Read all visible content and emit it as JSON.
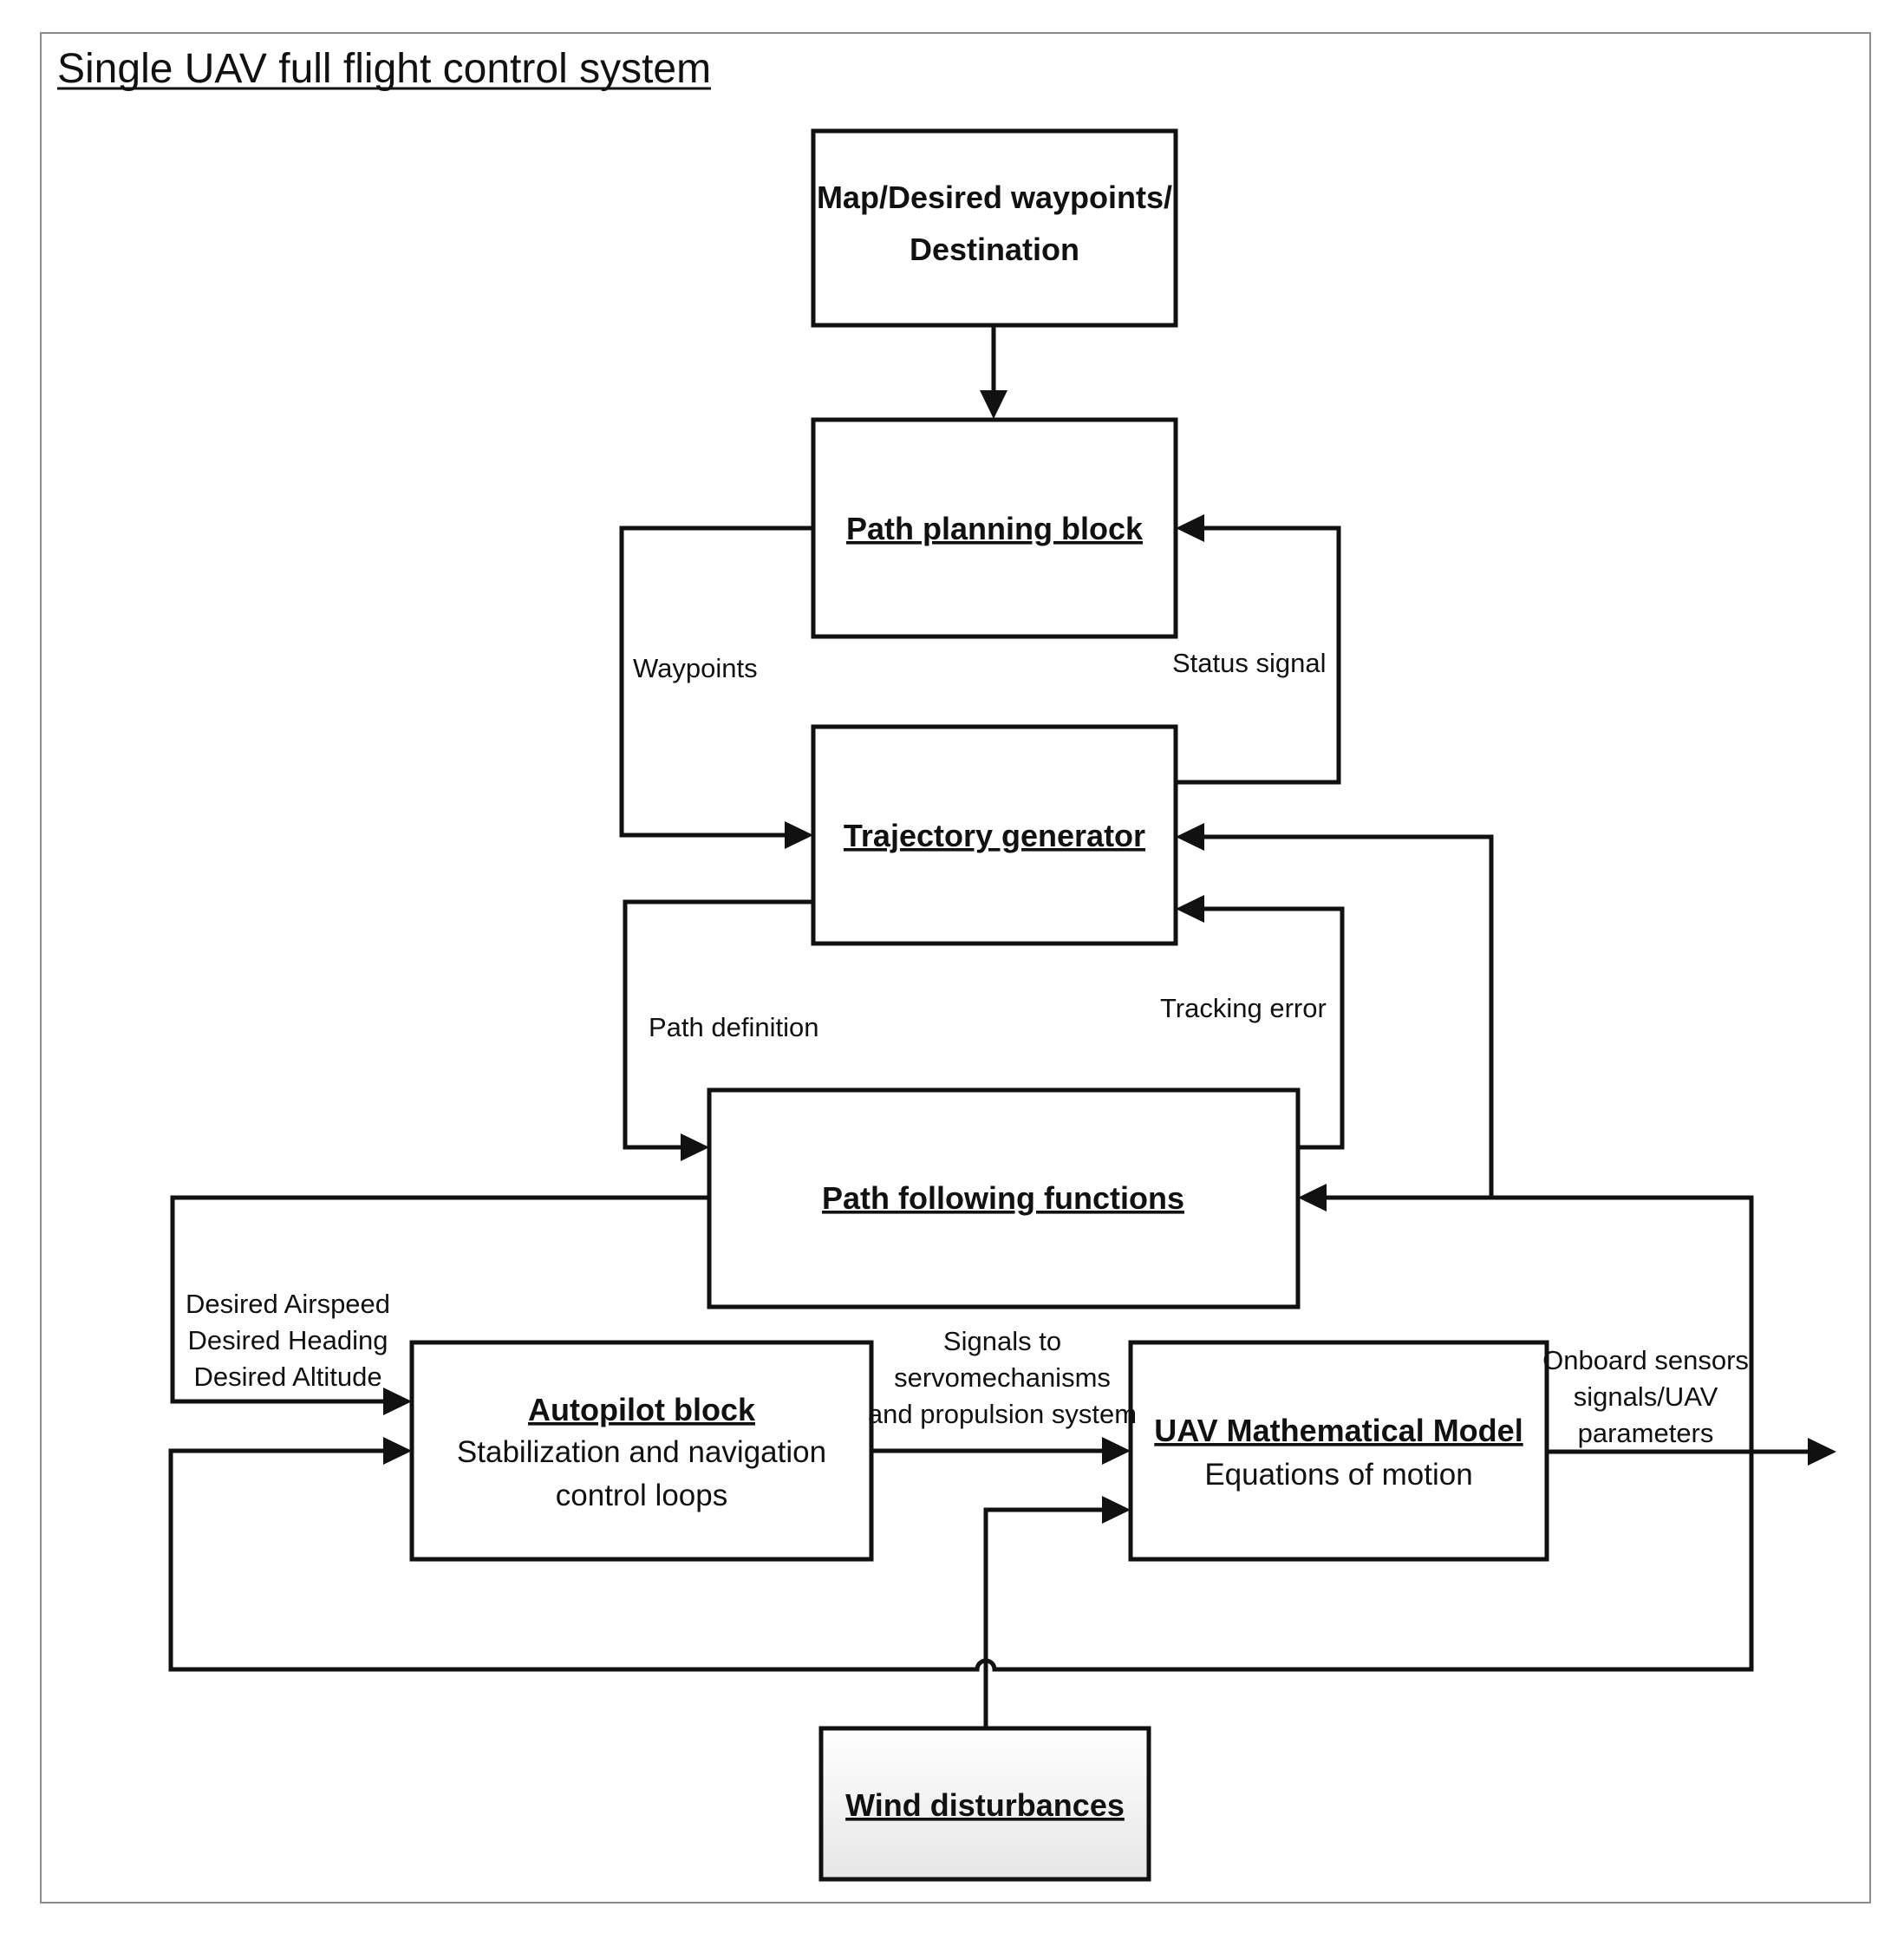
{
  "title": "Single UAV full flight control system",
  "blocks": {
    "map": {
      "line1": "Map/Desired waypoints/",
      "line2": "Destination"
    },
    "path_planning": {
      "title": "Path planning block"
    },
    "trajectory": {
      "title": "Trajectory generator"
    },
    "path_following": {
      "title": "Path following functions"
    },
    "autopilot": {
      "title": "Autopilot block",
      "line1": "Stabilization and navigation",
      "line2": "control loops"
    },
    "uav_model": {
      "title": "UAV Mathematical Model",
      "line1": "Equations of motion"
    },
    "wind": {
      "title": "Wind disturbances"
    }
  },
  "labels": {
    "waypoints": "Waypoints",
    "status_signal": "Status signal",
    "path_definition": "Path definition",
    "tracking_error": "Tracking error",
    "desired": [
      "Desired Airspeed",
      "Desired Heading",
      "Desired Altitude"
    ],
    "signals": [
      "Signals to",
      "servomechanisms",
      "and propulsion system"
    ],
    "onboard": [
      "Onboard sensors",
      "signals/UAV",
      "parameters"
    ]
  },
  "colors": {
    "line": "#111111",
    "frame": "#8c8c8c",
    "wind_fill_top": "#ffffff",
    "wind_fill_bottom": "#e6e6e6"
  }
}
